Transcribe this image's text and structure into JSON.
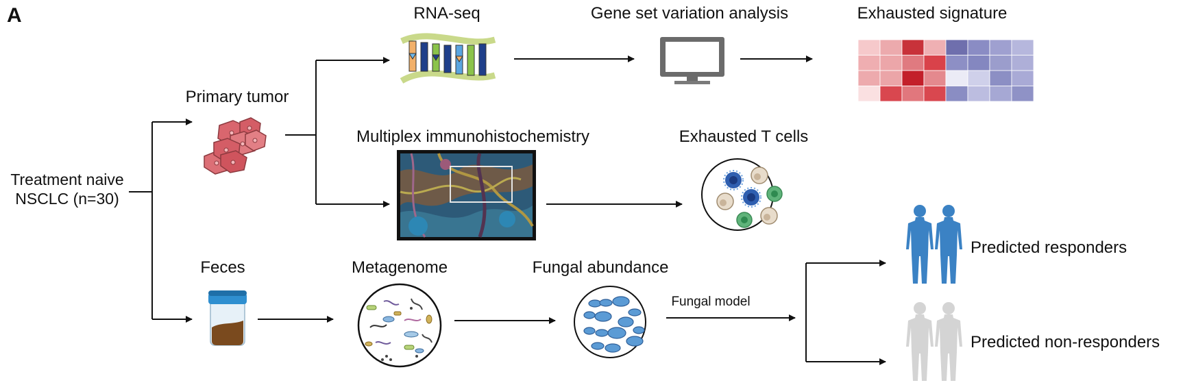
{
  "panel_letter": "A",
  "cohort": {
    "line1": "Treatment naive",
    "line2": "NSCLC (n=30)"
  },
  "labels": {
    "primary_tumor": "Primary tumor",
    "rna_seq": "RNA-seq",
    "gsva": "Gene set variation analysis",
    "exhausted_signature": "Exhausted signature",
    "multiplex_ihc": "Multiplex immunohistochemistry",
    "exhausted_t_cells": "Exhausted T cells",
    "feces": "Feces",
    "metagenome": "Metagenome",
    "fungal_abundance": "Fungal abundance",
    "fungal_model": "Fungal model",
    "predicted_responders": "Predicted responders",
    "predicted_non_responders": "Predicted non-responders"
  },
  "colors": {
    "responders": "#3b82c4",
    "non_responders": "#d4d4d4",
    "tumor": "#d9666e",
    "fungi": "#5b9bd5",
    "heatmap_red": "#c8323a",
    "heatmap_blue": "#6a6fb0"
  },
  "heatmap": {
    "rows": [
      [
        "#f6c9cb",
        "#ecaaad",
        "#c8323a",
        "#efb0b3",
        "#6f6fad",
        "#8a8cc4",
        "#9fa0d0",
        "#b6b7dd"
      ],
      [
        "#efaeb1",
        "#eca6a9",
        "#e07a80",
        "#d9424a",
        "#8d8fc5",
        "#8487c0",
        "#9b9dcc",
        "#aeafd8"
      ],
      [
        "#edaaad",
        "#eba5a8",
        "#c31f2a",
        "#e4898e",
        "#ebebf6",
        "#cfd0ea",
        "#8c8fc4",
        "#a9aad6"
      ],
      [
        "#fae0e1",
        "#d9474f",
        "#e1777d",
        "#d9474f",
        "#8a8dc3",
        "#bcbde0",
        "#a6a8d4",
        "#8f92c6"
      ]
    ]
  }
}
